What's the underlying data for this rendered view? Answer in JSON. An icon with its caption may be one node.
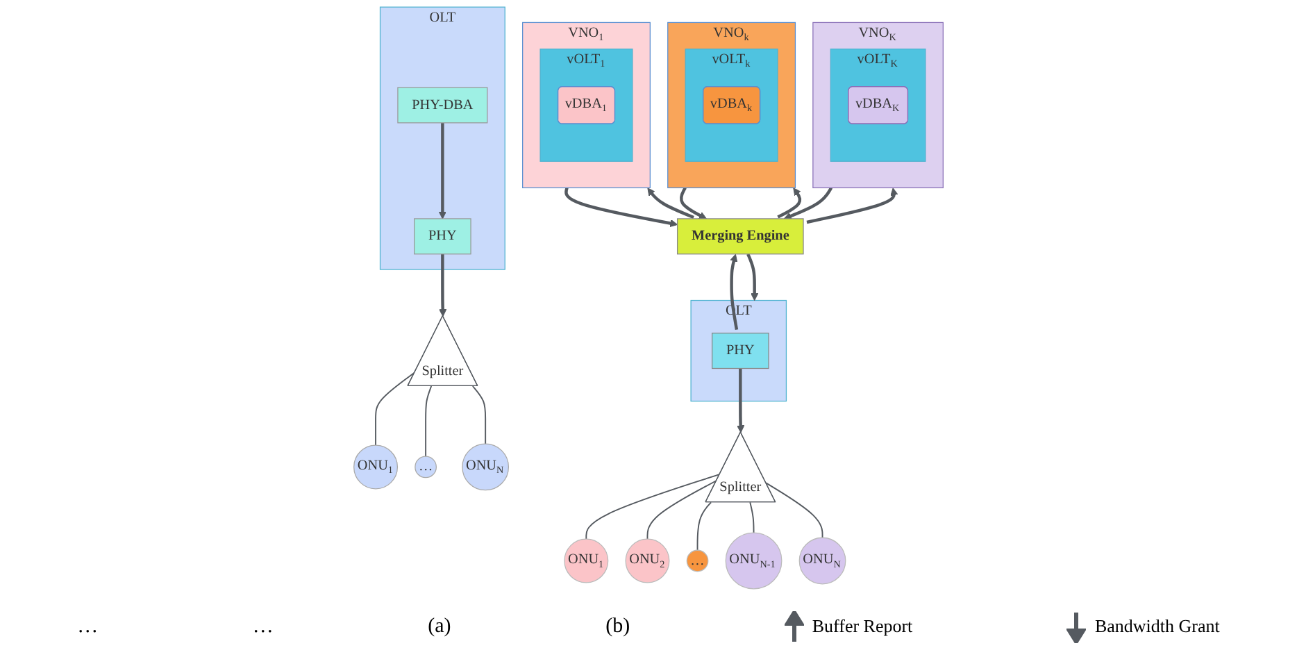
{
  "diagram": {
    "nodes": [
      {
        "text": [
          "OLT"
        ]
      },
      {
        "text": [
          "PHY-DBA"
        ],
        "in": 0
      },
      {
        "text": [
          "PHY"
        ],
        "in": 0
      },
      {
        "text": [
          "Splitter"
        ]
      },
      {
        "text": [
          "ONU$_{1}$"
        ]
      },
      {
        "text": [
          "…"
        ]
      },
      {
        "text": [
          "ONU$_{N}$"
        ]
      },
      {
        "text": [
          "VNO$_{1}$"
        ]
      },
      {
        "text": [
          "vOLT$_{1}$"
        ],
        "in": 7
      },
      {
        "text": [
          "vDBA$_{1}$"
        ],
        "in": 8
      },
      {
        "text": [
          "VNO$_{k}$"
        ]
      },
      {
        "text": [
          "vOLT$_{k}$"
        ],
        "in": 10
      },
      {
        "text": [
          "vDBA$_{k}$"
        ],
        "in": 11
      },
      {
        "text": [
          "VNO$_{K}$"
        ]
      },
      {
        "text": [
          "vOLT$_{K}$"
        ],
        "in": 13
      },
      {
        "text": [
          "vDBA$_{K}$"
        ],
        "in": 14
      },
      {
        "text": [
          "Merging Engine"
        ]
      },
      {
        "text": [
          "OLT"
        ]
      },
      {
        "text": [
          "PHY"
        ],
        "in": 17
      },
      {
        "text": [
          "Splitter"
        ]
      },
      {
        "text": [
          "ONU$_{1}$"
        ]
      },
      {
        "text": [
          "ONU$_{2}$"
        ]
      },
      {
        "text": [
          "…"
        ]
      },
      {
        "text": [
          "ONU$_{N-1}$"
        ]
      },
      {
        "text": [
          "ONU$_{N}$"
        ]
      }
    ],
    "edges": [
      {
        "from": 1,
        "to": 2,
        "arrow": "to"
      },
      {
        "from": 2,
        "to": 3,
        "arrow": "to"
      },
      {
        "from": 3,
        "to": 4,
        "arrow": "none"
      },
      {
        "from": 3,
        "to": 5,
        "arrow": "none"
      },
      {
        "from": 3,
        "to": 6,
        "arrow": "none"
      },
      {
        "from": 7,
        "to": 16,
        "arrow": "to"
      },
      {
        "from": 16,
        "to": 7,
        "arrow": "to"
      },
      {
        "from": 10,
        "to": 16,
        "arrow": "to"
      },
      {
        "from": 16,
        "to": 10,
        "arrow": "to"
      },
      {
        "from": 13,
        "to": 16,
        "arrow": "to"
      },
      {
        "from": 16,
        "to": 13,
        "arrow": "to"
      },
      {
        "from": 16,
        "to": 17,
        "arrow": "to"
      },
      {
        "from": 18,
        "to": 16,
        "arrow": "to"
      },
      {
        "from": 18,
        "to": 19,
        "arrow": "to"
      },
      {
        "from": 19,
        "to": 20,
        "arrow": "none"
      },
      {
        "from": 19,
        "to": 21,
        "arrow": "none"
      },
      {
        "from": 19,
        "to": 22,
        "arrow": "none"
      },
      {
        "from": 19,
        "to": 23,
        "arrow": "none"
      },
      {
        "from": 19,
        "to": 24,
        "arrow": "none"
      }
    ],
    "labels": [
      "…",
      "…",
      "(a)",
      "(b)"
    ],
    "legend": [
      {
        "text": "Buffer Report"
      },
      {
        "text": "Bandwidth Grant"
      }
    ]
  }
}
